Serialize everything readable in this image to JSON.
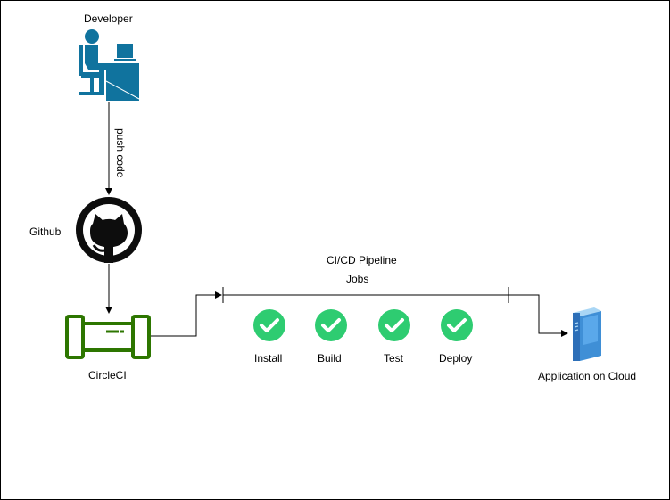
{
  "diagram": {
    "nodes": {
      "developer": {
        "label": "Developer"
      },
      "github": {
        "label": "Github"
      },
      "circleci": {
        "label": "CircleCI"
      },
      "cloud": {
        "label": "Application on Cloud"
      }
    },
    "edges": {
      "push": {
        "label": "push code"
      }
    },
    "pipeline": {
      "title": "CI/CD Pipeline",
      "subtitle": "Jobs",
      "jobs": [
        "Install",
        "Build",
        "Test",
        "Deploy"
      ]
    },
    "colors": {
      "developer_blue": "#10739e",
      "circleci_green": "#2d7600",
      "check_green": "#2ecc71",
      "server_blue": "#3f8fd6",
      "line": "#000000"
    },
    "icons": {
      "developer": "developer-at-desk-icon",
      "github": "github-octocat-icon",
      "circleci": "pipe-icon",
      "job": "check-circle-icon",
      "cloud": "server-icon"
    }
  }
}
